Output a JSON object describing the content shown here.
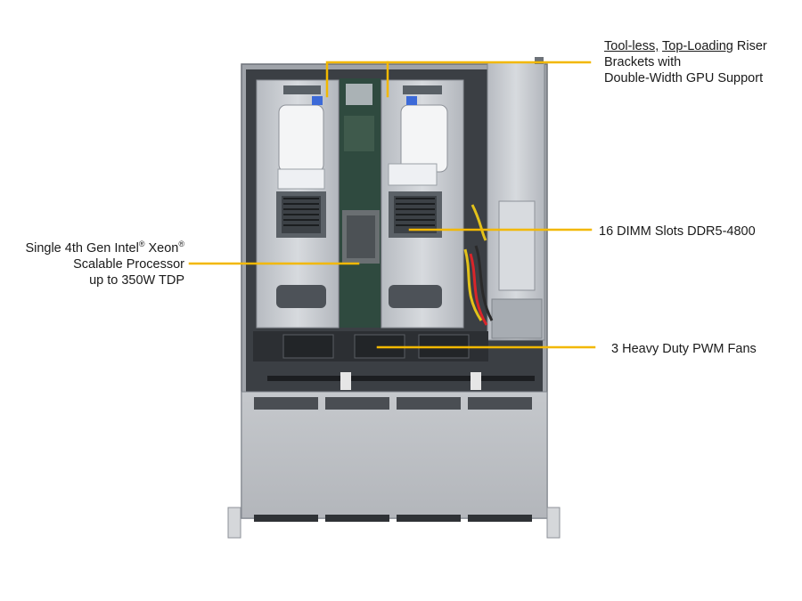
{
  "callouts": {
    "riser": {
      "line1_a": "Tool-less,",
      "line1_b": "Top-Loading",
      "line1_c": "Riser",
      "line2": "Brackets with",
      "line3": "Double-Width GPU Support"
    },
    "dimm": {
      "text": "16 DIMM Slots DDR5-4800"
    },
    "cpu": {
      "line1_a": "Single 4th Gen Intel",
      "line1_sup1": "®",
      "line1_b": " Xeon",
      "line1_sup2": "®",
      "line2": "Scalable Processor",
      "line3": "up to 350W TDP"
    },
    "fans": {
      "text": "3 Heavy Duty PWM Fans"
    }
  },
  "colors": {
    "leader": "#f2b800",
    "chassis": "#c9ccd0",
    "chassis_dark": "#7d8188",
    "board": "#2f4a3f",
    "cable_yellow": "#e3c21a",
    "background": "#ffffff"
  }
}
